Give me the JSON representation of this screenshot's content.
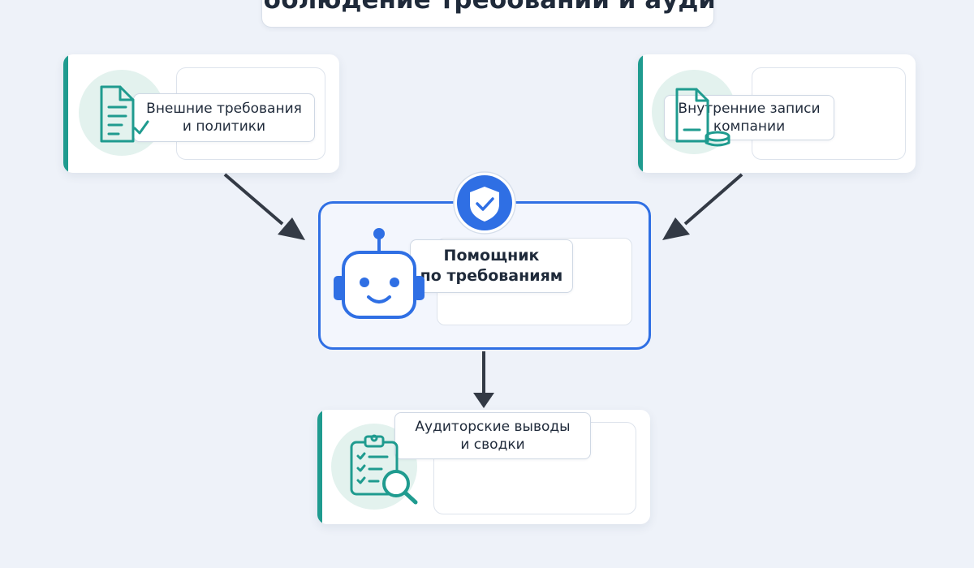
{
  "diagram": {
    "title": "Соблюдение требований и аудит",
    "nodes": {
      "external": {
        "line1": "Внешние требования",
        "line2": "и политики",
        "icon": "document-check-icon"
      },
      "internal": {
        "line1": "Внутренние записи",
        "line2": "компании",
        "icon": "database-document-icon"
      },
      "assistant": {
        "line1": "Помощник",
        "line2": "по требованиям",
        "icon": "robot-icon",
        "badge": "shield-check-icon"
      },
      "audit": {
        "line1": "Аудиторские выводы",
        "line2": "и сводки",
        "icon": "clipboard-search-icon"
      }
    },
    "edges": [
      {
        "from": "external",
        "to": "assistant"
      },
      {
        "from": "internal",
        "to": "assistant"
      },
      {
        "from": "assistant",
        "to": "audit"
      }
    ],
    "colors": {
      "accent": "#2f6fe4",
      "teal": "#1f9b8f",
      "arrow": "#333a45",
      "background": "#eef2f9"
    }
  }
}
